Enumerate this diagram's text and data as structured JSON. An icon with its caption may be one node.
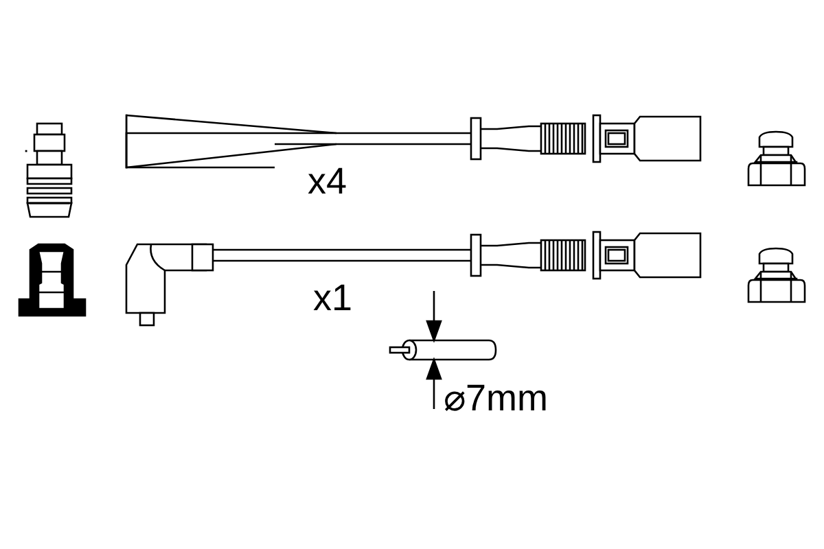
{
  "diagram": {
    "labels": [
      "x4",
      "x1",
      "⌀7mm"
    ]
  }
}
